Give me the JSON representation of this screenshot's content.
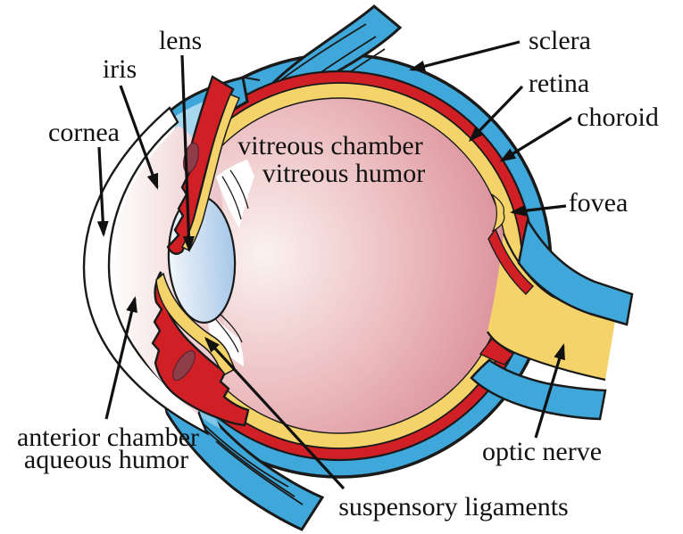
{
  "diagram": {
    "kind": "labeled anatomical cross-section of the human eye",
    "labels": {
      "lens": "lens",
      "iris": "iris",
      "cornea": "cornea",
      "sclera": "sclera",
      "retina": "retina",
      "choroid": "choroid",
      "fovea": "fovea",
      "vitreous_line1": "vitreous chamber",
      "vitreous_line2": "vitreous humor",
      "anterior_line1": "anterior chamber",
      "anterior_line2": "aqueous humor",
      "suspensory": "suspensory ligaments",
      "optic_nerve": "optic nerve"
    },
    "colors": {
      "background": "#FFFFFF",
      "outline": "#1A1A1A",
      "sclera_blue": "#3FA7DA",
      "limbus_light_blue_top": "#A6D8F0",
      "limbus_light_blue_bottom": "#7FC6E8",
      "choroid_red": "#D02026",
      "retina_yellow": "#F4D36B",
      "ciliary_maroon": "#8E3D49",
      "maroon_edge": "#5A2130",
      "cornea_white": "#FFFFFF",
      "vitreous_light": "#FAF2F0",
      "vitreous_mid": "#EEC3C5",
      "vitreous_rose": "#DE97A0",
      "vitreous_dark": "#D4808E",
      "aqueous_light": "#FFFFFF",
      "aqueous_mid": "#F6E3E3",
      "aqueous_pink": "#EBC2C8",
      "lens_light": "#EFF5FB",
      "lens_mid": "#CFE0F2",
      "lens_dark": "#A5C7E9",
      "label_text": "#111111"
    }
  }
}
